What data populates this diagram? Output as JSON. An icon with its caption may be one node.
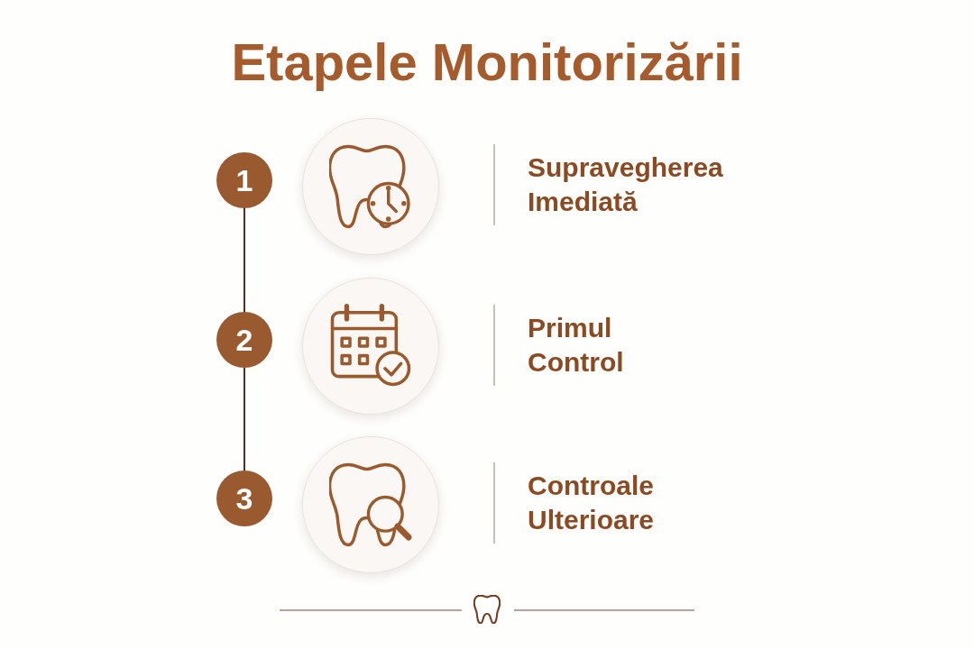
{
  "diagram": {
    "title": "Etapele Monitorizării",
    "nodes": [
      {
        "text": [
          "1"
        ]
      },
      {
        "text": [],
        "shape": "circle"
      },
      {
        "text": [
          "2"
        ]
      },
      {
        "text": [],
        "shape": "circle"
      },
      {
        "text": [
          "3"
        ]
      },
      {
        "text": [],
        "shape": "circle"
      }
    ],
    "edges": [
      {
        "from": 0,
        "to": 2,
        "arrow": "none"
      },
      {
        "from": 2,
        "to": 4,
        "arrow": "none"
      }
    ],
    "labels": [
      "Supravegherea Imediată",
      "Primul Control",
      "Controale Ulterioare"
    ]
  }
}
